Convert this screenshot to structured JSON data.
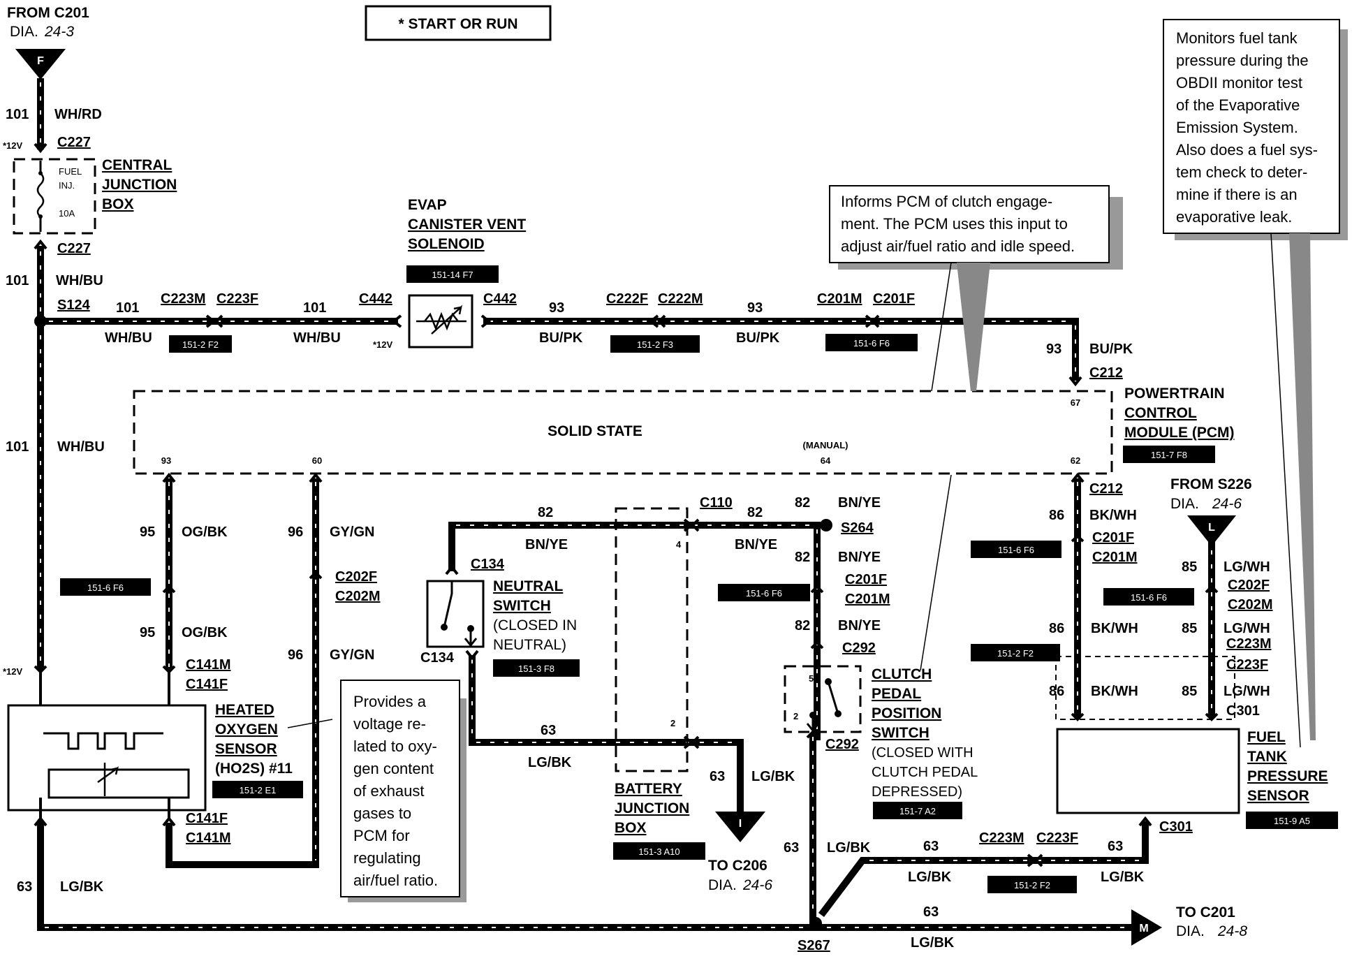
{
  "header": {
    "start_or_run": "* START OR RUN"
  },
  "top_left": {
    "from_line1": "FROM C201",
    "dia_prefix": "DIA.",
    "dia_ref": "24-3",
    "flag": "F"
  },
  "central_junction_box": {
    "label1": "CENTRAL",
    "label2": "JUNCTION",
    "label3": "BOX",
    "fuse_label1": "FUEL",
    "fuse_label2": "INJ.",
    "fuse_rating": "10A"
  },
  "labels": {
    "c101": "101",
    "whrd": "WH/RD",
    "v12": "*12V",
    "c227": "C227",
    "whbu": "WH/BU",
    "s124": "S124",
    "c223m": "C223M",
    "c223f": "C223F",
    "c442": "C442",
    "c93": "93",
    "bupk": "BU/PK",
    "c222f": "C222F",
    "c222m": "C222M",
    "c201m": "C201M",
    "c201f": "C201F",
    "c212": "C212",
    "c95": "95",
    "ogbk": "OG/BK",
    "c96": "96",
    "gygn": "GY/GN",
    "c202f": "C202F",
    "c202m": "C202M",
    "c141m": "C141M",
    "c141f": "C141F",
    "c63": "63",
    "lgbk": "LG/BK",
    "c82": "82",
    "bnye": "BN/YE",
    "c110": "C110",
    "c134": "C134",
    "s264": "S264",
    "c292": "C292",
    "c86": "86",
    "bkwh": "BK/WH",
    "c85": "85",
    "lgwh": "LG/WH",
    "c223m2": "C223M",
    "c223f2": "C223F",
    "c301": "C301",
    "s267": "S267",
    "pin93": "93",
    "pin60": "60",
    "pin64": "64",
    "pin62": "62",
    "pin67": "67",
    "manual": "(MANUAL)",
    "pin4": "4",
    "pin2": "2",
    "pin5": "5",
    "pin2b": "2"
  },
  "evap": {
    "l1": "EVAP",
    "l2": "CANISTER VENT",
    "l3": "SOLENOID",
    "ref": "151-14 F7"
  },
  "pcm": {
    "solid_state": "SOLID STATE",
    "l1": "POWERTRAIN",
    "l2": "CONTROL",
    "l3": "MODULE (PCM)",
    "ref": "151-7 F8"
  },
  "ho2s": {
    "l1": "HEATED",
    "l2": "OXYGEN",
    "l3": "SENSOR",
    "l4": "(HO2S) #11",
    "ref": "151-2 E1"
  },
  "neutral_switch": {
    "l1": "NEUTRAL",
    "l2": "SWITCH",
    "l3": "(CLOSED IN",
    "l4": "NEUTRAL)",
    "ref": "151-3 F8"
  },
  "battery_jb": {
    "l1": "BATTERY",
    "l2": "JUNCTION",
    "l3": "BOX",
    "ref": "151-3 A10"
  },
  "clutch": {
    "l1": "CLUTCH",
    "l2": "PEDAL",
    "l3": "POSITION",
    "l4": "SWITCH",
    "l5": "(CLOSED WITH",
    "l6": "CLUTCH PEDAL",
    "l7": "DEPRESSED)",
    "ref": "151-7 A2"
  },
  "ftps": {
    "l1": "FUEL",
    "l2": "TANK",
    "l3": "PRESSURE",
    "l4": "SENSOR",
    "ref": "151-9 A5"
  },
  "from_s226": {
    "l1": "FROM S226",
    "dia_prefix": "DIA.",
    "dia_ref": "24-6",
    "flag": "L"
  },
  "to_c206": {
    "l1": "TO C206",
    "dia_prefix": "DIA.",
    "dia_ref": "24-6",
    "flag": "I"
  },
  "to_c201": {
    "l1": "TO C201",
    "dia_prefix": "DIA.",
    "dia_ref": "24-8",
    "flag": "M"
  },
  "refs": {
    "r_2f2": "151-2 F2",
    "r_2f3": "151-2 F3",
    "r_6f6": "151-6 F6"
  },
  "notes": {
    "clutch_note": [
      "Informs PCM of clutch engage-",
      "ment.  The PCM uses this input to",
      "adjust air/fuel ratio and idle speed."
    ],
    "ftps_note": [
      "Monitors fuel tank",
      "pressure during the",
      "OBDII monitor test",
      "of the Evaporative",
      "Emission System.",
      "Also does a fuel sys-",
      "tem check to deter-",
      "mine if there is an",
      "evaporative leak."
    ],
    "ho2s_note": [
      "Provides a",
      "voltage re-",
      "lated to oxy-",
      "gen content",
      "of exhaust",
      "gases to",
      "PCM for",
      "regulating",
      "air/fuel ratio."
    ]
  }
}
